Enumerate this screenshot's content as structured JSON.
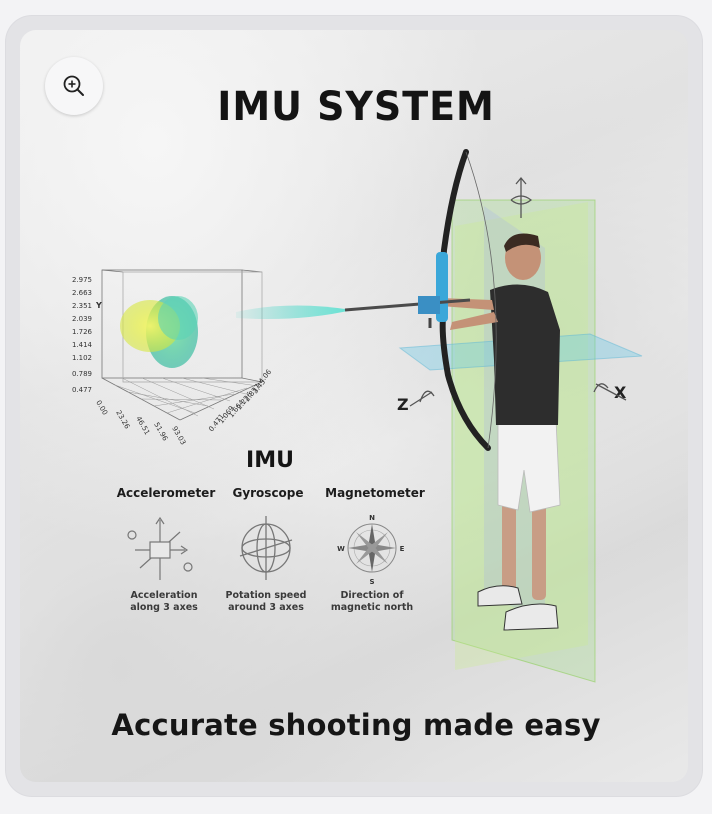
{
  "title": "IMU SYSTEM",
  "imu_heading": "IMU",
  "sensors": [
    {
      "name": "Accelerometer",
      "desc1": "Acceleration",
      "desc2": "along 3 axes"
    },
    {
      "name": "Gyroscope",
      "desc1": "Potation speed",
      "desc2": "around 3 axes"
    },
    {
      "name": "Magnetometer",
      "desc1": "Direction of",
      "desc2": "magnetic north"
    }
  ],
  "tagline": "Accurate shooting made easy",
  "plot": {
    "y_ticks": [
      "2.975",
      "2.663",
      "2.351",
      "2.039",
      "1.726",
      "1.414",
      "1.102",
      "0.789",
      "0.477"
    ],
    "y_axis": "Y",
    "x_ticks": [
      "0.00",
      "23.26",
      "46.51",
      "51.96",
      "93.03"
    ],
    "z_ticks": [
      "4.06",
      "3.45",
      "2.837",
      "2.226",
      "1.664",
      "1.069",
      "0.471"
    ]
  },
  "axes": {
    "z": "Z",
    "x": "X"
  },
  "compass": {
    "n": "N",
    "s": "S",
    "e": "E",
    "w": "W"
  },
  "icons": {
    "zoom": "zoom-in-icon"
  }
}
